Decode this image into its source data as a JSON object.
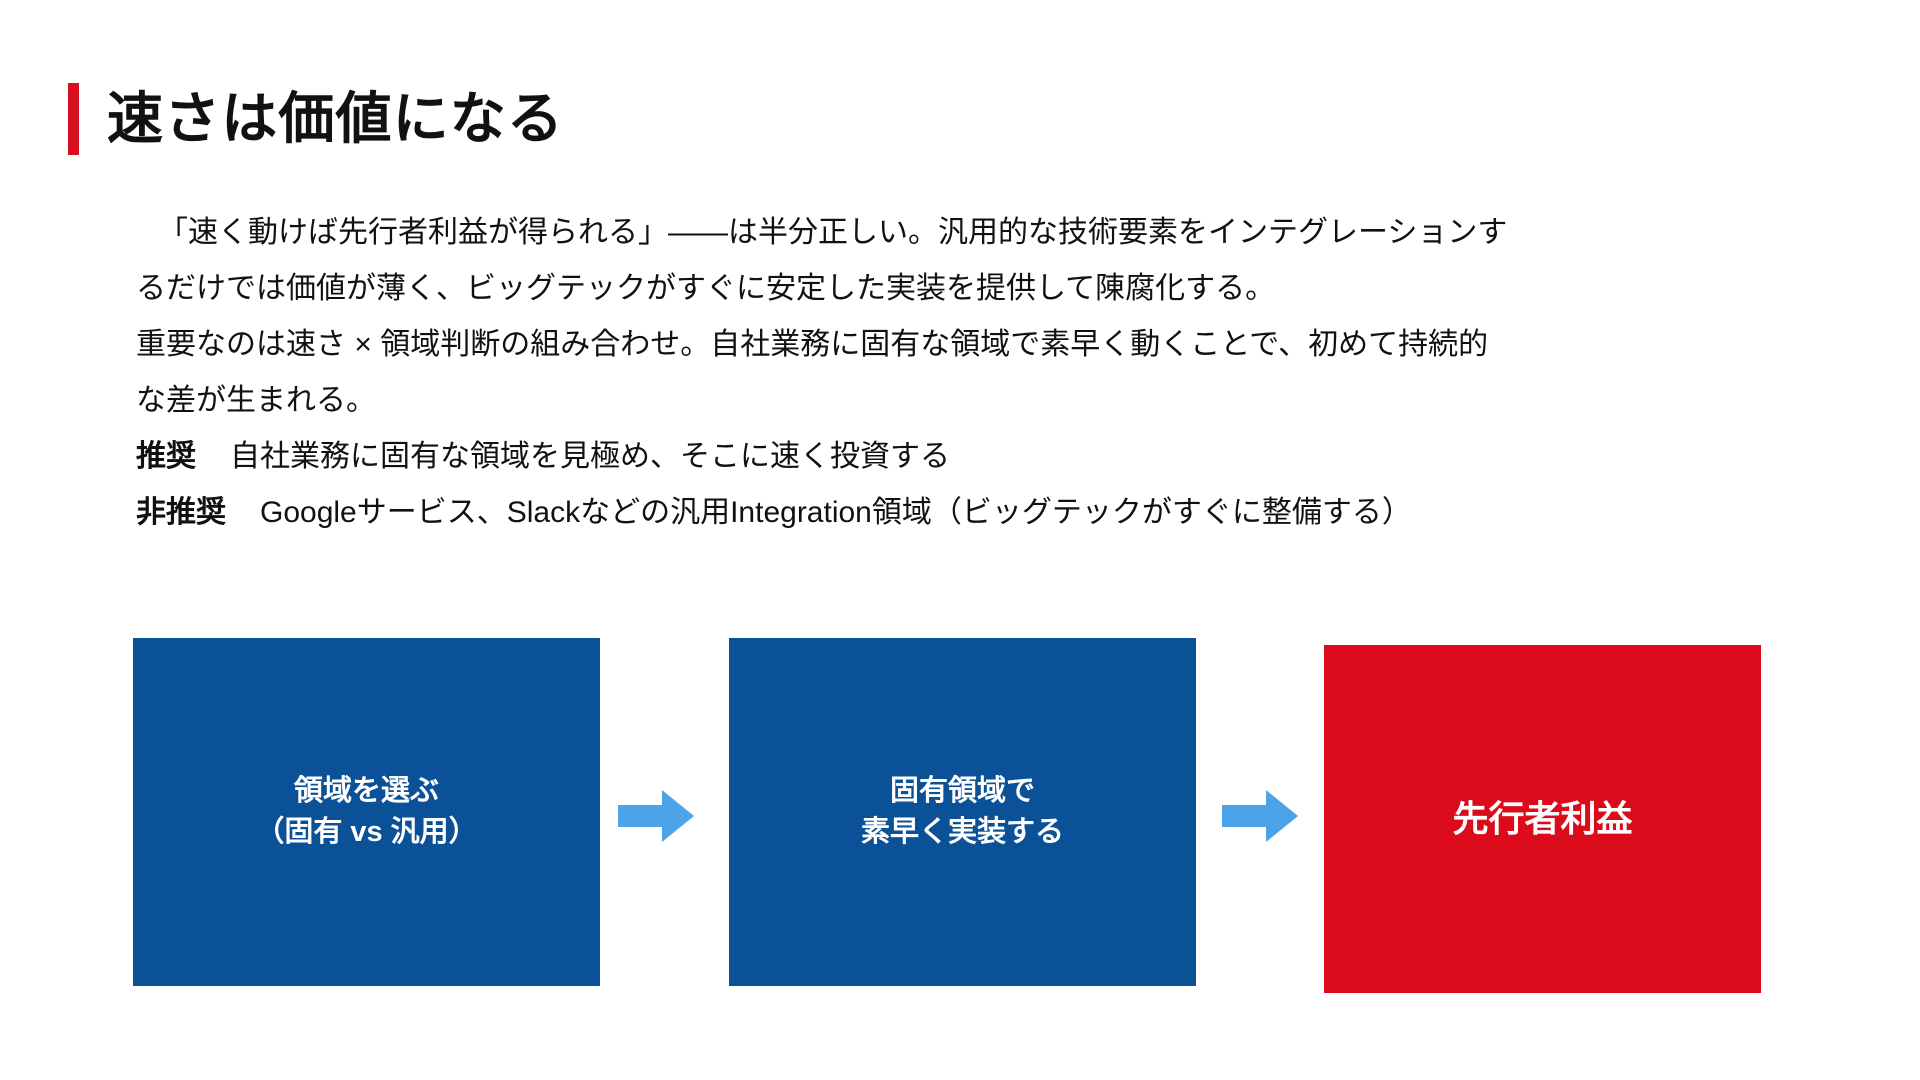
{
  "slide": {
    "title": "速さは価値になる",
    "accent_color": "#D6101E",
    "background": "#ffffff"
  },
  "body": {
    "paragraph_lines": [
      "「速く動けば先行者利益が得られる」——は半分正しい。汎用的な技術要素をインテグレーションす",
      "るだけでは価値が薄く、ビッグテックがすぐに安定した実装を提供して陳腐化する。",
      "重要なのは速さ × 領域判断の組み合わせ。自社業務に固有な領域で素早く動くことで、初めて持続的",
      "な差が生まれる。"
    ],
    "recommendations": [
      {
        "label": "推奨",
        "text": "自社業務に固有な領域を見極め、そこに速く投資する"
      },
      {
        "label": "非推奨",
        "text": "Googleサービス、Slackなどの汎用Integration領域（ビッグテックがすぐに整備する）"
      }
    ]
  },
  "flow": {
    "arrow_color": "#4DA3E8",
    "steps": [
      {
        "id": "step-1",
        "line1": "領域を選ぶ",
        "line2": "（固有 vs 汎用）",
        "color": "#0B5197"
      },
      {
        "id": "step-2",
        "line1": "固有領域で",
        "line2": "素早く実装する",
        "color": "#0B5197"
      },
      {
        "id": "step-3",
        "line1": "先行者利益",
        "line2": "",
        "color": "#DB0B1C"
      }
    ],
    "arrows": [
      {
        "id": "arrow-1",
        "direction": "right"
      },
      {
        "id": "arrow-2",
        "direction": "right"
      }
    ]
  }
}
